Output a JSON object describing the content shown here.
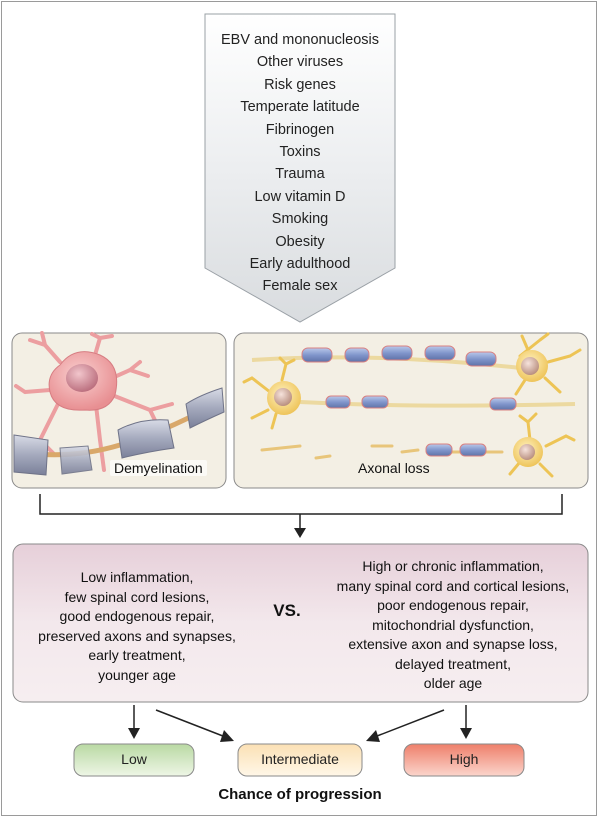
{
  "risk_factors": [
    "EBV and mononucleosis",
    "Other viruses",
    "Risk genes",
    "Temperate latitude",
    "Fibrinogen",
    "Toxins",
    "Trauma",
    "Low vitamin D",
    "Smoking",
    "Obesity",
    "Early adulthood",
    "Female sex"
  ],
  "panels": {
    "left_label": "Demyelination",
    "right_label": "Axonal loss"
  },
  "comparison": {
    "left_lines": [
      "Low inflammation,",
      "few spinal cord lesions,",
      "good endogenous repair,",
      "preserved axons and synapses,",
      "early treatment,",
      "younger age"
    ],
    "vs_label": "VS.",
    "right_lines": [
      "High or chronic inflammation,",
      "many spinal cord and cortical lesions,",
      "poor endogenous repair,",
      "mitochondrial dysfunction,",
      "extensive axon and synapse loss,",
      "delayed treatment,",
      "older age"
    ]
  },
  "outcomes": {
    "low": "Low",
    "intermediate": "Intermediate",
    "high": "High"
  },
  "footer_label": "Chance of progression",
  "colors": {
    "arrow_fill": "#e4e7ea",
    "panel_bg": "#f3efe4",
    "comparison_bg": "#efe0e6",
    "low_fill": "#cfe3c0",
    "intermediate_fill": "#fbe8c8",
    "high_fill": "#f0a090",
    "myelin": "#8b9fd0",
    "neuron_pink": "#f0a6a6",
    "neuron_yellow": "#f3cf6a"
  }
}
